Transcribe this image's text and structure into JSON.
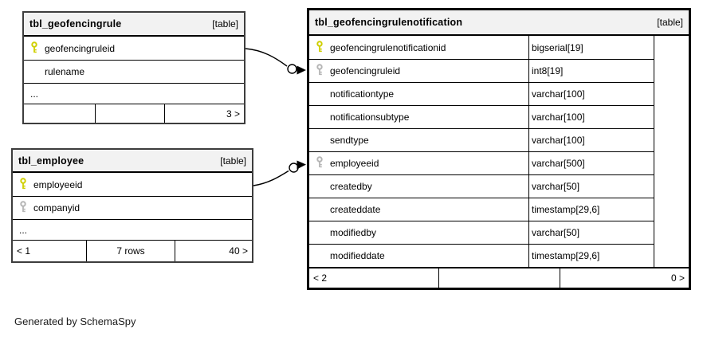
{
  "diagram": {
    "generated_note": "Generated by SchemaSpy"
  },
  "colors": {
    "primary_key_icon": "#cfcf00",
    "foreign_key_icon": "#b5b5b5",
    "header_bg": "#f2f2f2",
    "border": "#000000"
  },
  "relationships": [
    {
      "from": "tbl_geofencingrule.geofencingruleid",
      "to": "tbl_geofencingrulenotification.geofencingruleid"
    },
    {
      "from": "tbl_employee.employeeid",
      "to": "tbl_geofencingrulenotification.employeeid"
    }
  ],
  "tables": [
    {
      "name": "tbl_geofencingrule",
      "tag": "[table]",
      "columns": [
        {
          "name": "geofencingruleid",
          "type": "",
          "key": "primary"
        },
        {
          "name": "rulename",
          "type": "",
          "key": "none"
        }
      ],
      "ellipsis": "...",
      "footer": {
        "left": "",
        "center": "",
        "right": "3 >"
      }
    },
    {
      "name": "tbl_employee",
      "tag": "[table]",
      "columns": [
        {
          "name": "employeeid",
          "type": "",
          "key": "primary"
        },
        {
          "name": "companyid",
          "type": "",
          "key": "foreign"
        }
      ],
      "ellipsis": "...",
      "footer": {
        "left": "< 1",
        "center": "7 rows",
        "right": "40 >"
      }
    },
    {
      "name": "tbl_geofencingrulenotification",
      "tag": "[table]",
      "columns": [
        {
          "name": "geofencingrulenotificationid",
          "type": "bigserial[19]",
          "key": "primary"
        },
        {
          "name": "geofencingruleid",
          "type": "int8[19]",
          "key": "foreign"
        },
        {
          "name": "notificationtype",
          "type": "varchar[100]",
          "key": "none"
        },
        {
          "name": "notificationsubtype",
          "type": "varchar[100]",
          "key": "none"
        },
        {
          "name": "sendtype",
          "type": "varchar[100]",
          "key": "none"
        },
        {
          "name": "employeeid",
          "type": "varchar[500]",
          "key": "foreign"
        },
        {
          "name": "createdby",
          "type": "varchar[50]",
          "key": "none"
        },
        {
          "name": "createddate",
          "type": "timestamp[29,6]",
          "key": "none"
        },
        {
          "name": "modifiedby",
          "type": "varchar[50]",
          "key": "none"
        },
        {
          "name": "modifieddate",
          "type": "timestamp[29,6]",
          "key": "none"
        }
      ],
      "footer": {
        "left": "< 2",
        "center": "",
        "right": "0 >"
      }
    }
  ]
}
